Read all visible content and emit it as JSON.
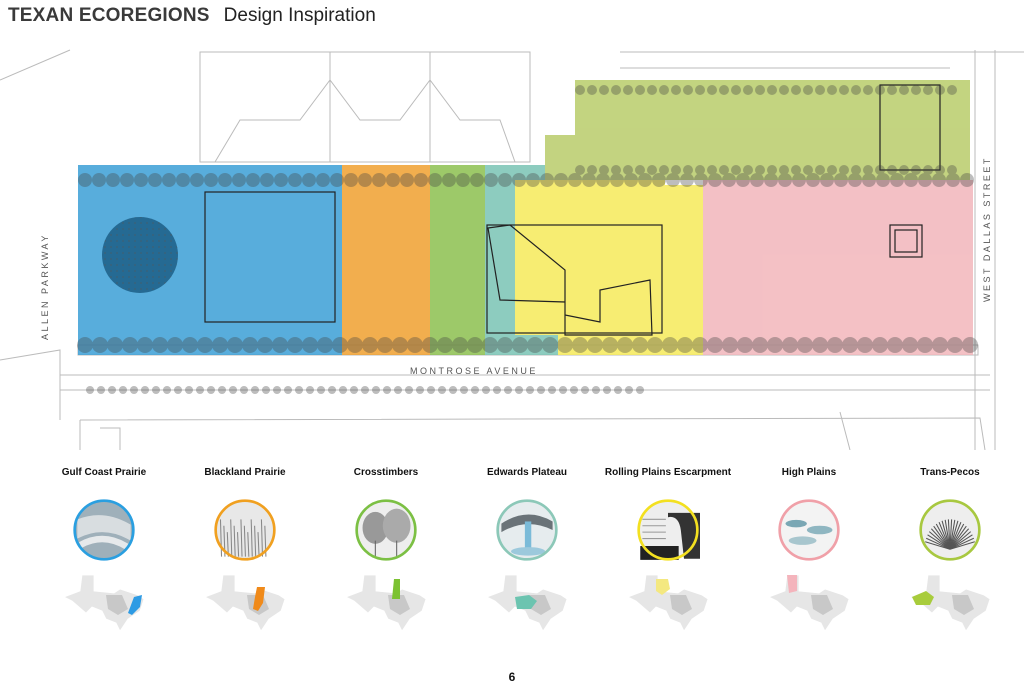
{
  "header": {
    "title": "TEXAN ECOREGIONS",
    "subtitle": "Design Inspiration"
  },
  "plan": {
    "streets": {
      "left": "ALLEN PARKWAY",
      "bottom": "MONTROSE AVENUE",
      "right": "WEST DALLAS STREET"
    },
    "zone_colors": {
      "gulf_coast": "#3b9fd6",
      "blackland": "#f0a030",
      "crosstimbers": "#8cc050",
      "edwards": "#7ac4b4",
      "rolling_plains": "#f6ea5a",
      "high_plains": "#f2b6bb",
      "trans_pecos": "#b9cc6a"
    }
  },
  "ecoregions": [
    {
      "label": "Gulf Coast Prairie",
      "ring_color": "#2a9fe0",
      "region_color": "#2e9be4",
      "icon": "wavy-grass-icon"
    },
    {
      "label": "Blackland Prairie",
      "ring_color": "#f0a020",
      "region_color": "#f08a1a",
      "icon": "tall-grass-icon"
    },
    {
      "label": "Crosstimbers",
      "ring_color": "#7cc044",
      "region_color": "#7cc232",
      "icon": "trees-icon"
    },
    {
      "label": "Edwards Plateau",
      "ring_color": "#8cc8b8",
      "region_color": "#6cc4b0",
      "icon": "waterfall-icon"
    },
    {
      "label": "Rolling Plains Escarpment",
      "ring_color": "#f3e020",
      "region_color": "#f4e880",
      "icon": "escarpment-icon"
    },
    {
      "label": "High Plains",
      "ring_color": "#f0a0a8",
      "region_color": "#f4b4bc",
      "icon": "clouds-icon"
    },
    {
      "label": "Trans-Pecos",
      "ring_color": "#a8c840",
      "region_color": "#a8cc3c",
      "icon": "yucca-icon"
    }
  ],
  "page_number": "6"
}
